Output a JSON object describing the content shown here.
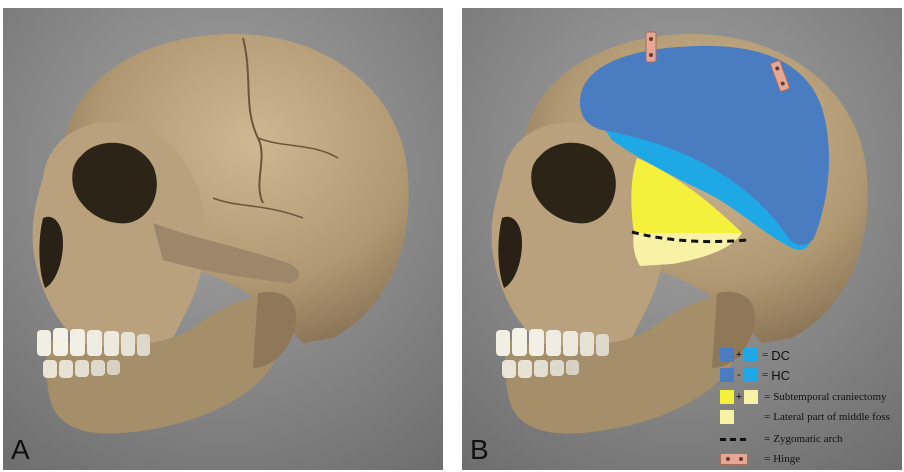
{
  "panels": {
    "a": {
      "letter": "A"
    },
    "b": {
      "letter": "B"
    }
  },
  "legend": {
    "dc": {
      "op": "+",
      "eq": "=",
      "label": "DC"
    },
    "hc": {
      "op": "-",
      "eq": "=",
      "label": "HC"
    },
    "subtemporal": {
      "op": "+",
      "eq": "=",
      "label": "Subtemporal craniectomy"
    },
    "middle_fossa": {
      "eq": "=",
      "label": "Lateral part of middle foss"
    },
    "zygomatic": {
      "eq": "=",
      "label": "Zygomatic arch"
    },
    "hinge": {
      "eq": "=",
      "label": "Hinge"
    }
  },
  "colors": {
    "dark_blue": "#4a7cc2",
    "light_blue": "#1ea9e6",
    "yellow": "#f5f03c",
    "pale_yellow": "#f8f2a6",
    "hinge": "#e4a796",
    "bone": "#b69f7a",
    "background": "#8f8f8f"
  }
}
